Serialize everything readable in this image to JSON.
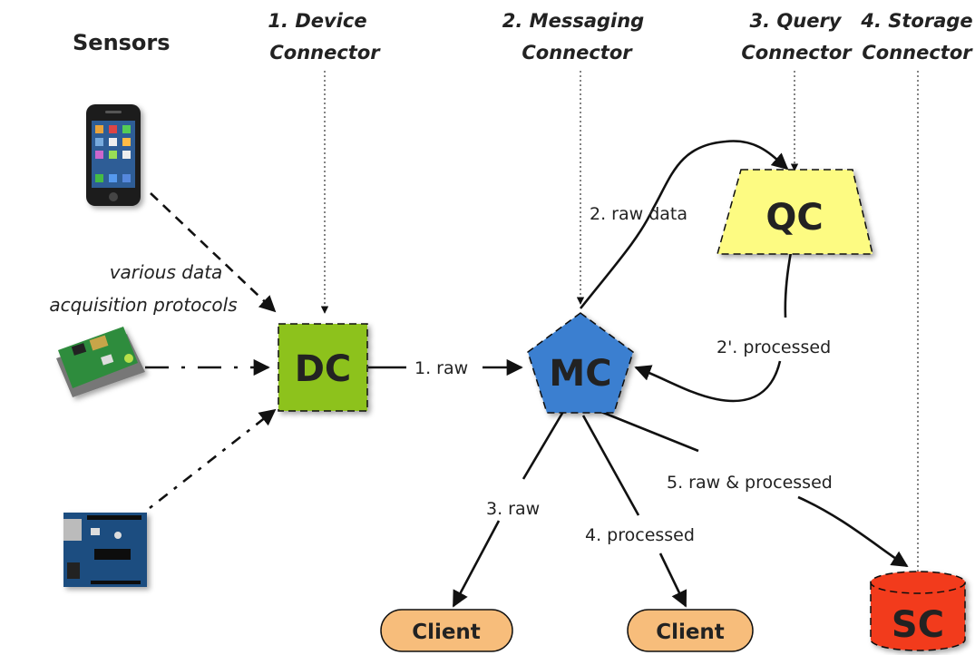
{
  "diagram": {
    "sensors_label": "Sensors",
    "headers": {
      "device_connector": [
        "1. Device",
        "Connector"
      ],
      "messaging_connector": [
        "2. Messaging",
        "Connector"
      ],
      "query_connector": [
        "3. Query",
        "Connector"
      ],
      "storage_connector": [
        "4. Storage",
        "Connector"
      ]
    },
    "protocols_note": [
      "various data",
      "acquisition protocols"
    ],
    "nodes": {
      "dc": "DC",
      "mc": "MC",
      "qc": "QC",
      "sc": "SC",
      "client_1": "Client",
      "client_2": "Client"
    },
    "edges": {
      "dc_to_mc": "1. raw",
      "mc_to_qc": "2. raw data",
      "qc_to_mc": "2'. processed",
      "mc_to_client_1": "3. raw",
      "mc_to_client_2": "4. processed",
      "mc_to_sc": "5. raw & processed"
    },
    "colors": {
      "dc": "#8dc21f",
      "mc": "#3a7fd0",
      "qc": "#fdfb82",
      "sc": "#f23a1a",
      "client": "#f7bd7b"
    },
    "sensor_icons": [
      "smartphone-icon",
      "sensor-board-icon",
      "microcontroller-board-icon"
    ]
  }
}
